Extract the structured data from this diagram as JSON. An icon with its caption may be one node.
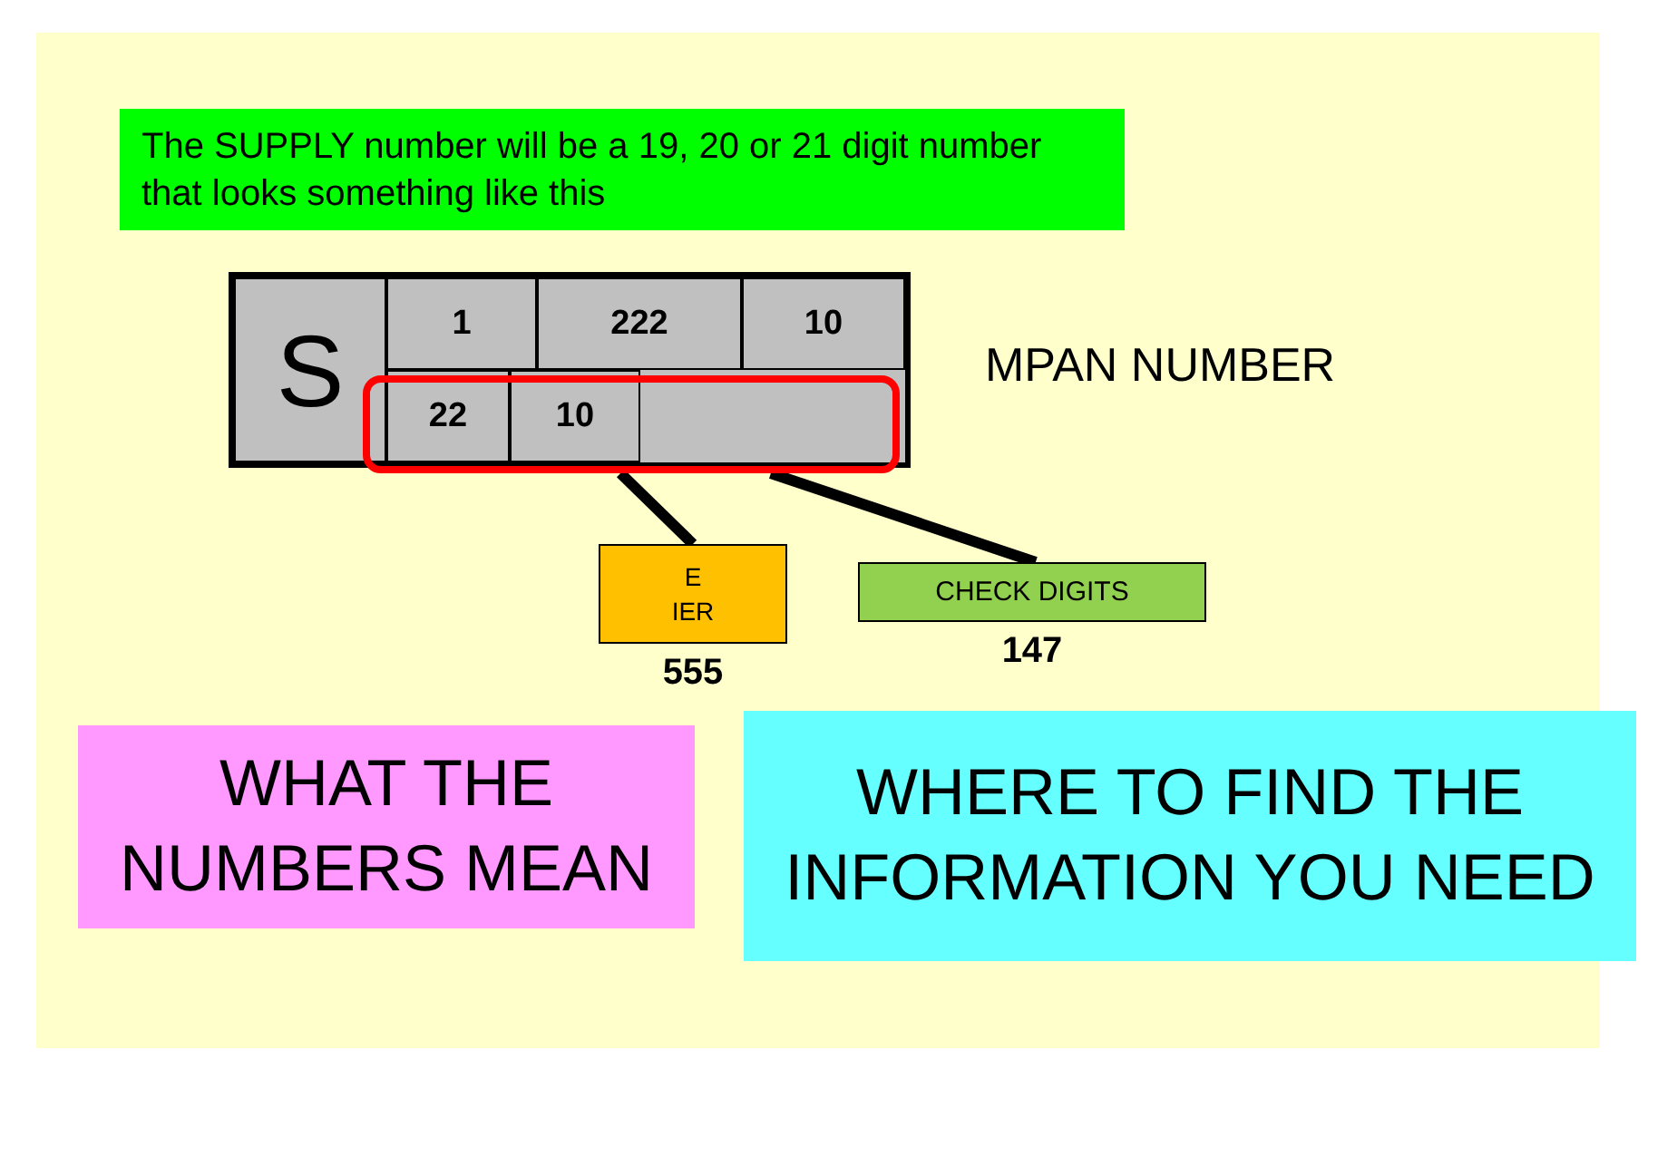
{
  "diagram": {
    "nodes": [
      {
        "text": [
          "The SUPPLY number will be a 19, 20 or 21 digit number that looks something like this"
        ]
      },
      {
        "text": [],
        "shape": "box"
      },
      {
        "text": [
          "WHERE TO FIND THE INFORMATION YOU NEED"
        ]
      },
      {
        "text": [
          "WHAT THE NUMBERS MEAN"
        ]
      },
      {
        "text": [
          "E IER"
        ],
        "beside": [
          "555"
        ]
      },
      {
        "text": [
          "CHECK DIGITS"
        ],
        "beside": [
          "147"
        ]
      }
    ],
    "edges": [
      {
        "from": 1,
        "to": 4,
        "arrow": "none"
      },
      {
        "from": 1,
        "to": 5,
        "arrow": "none"
      }
    ],
    "labels": [
      "S",
      "1",
      "222",
      "10",
      "22",
      "10",
      "MPAN NUMBER"
    ]
  }
}
